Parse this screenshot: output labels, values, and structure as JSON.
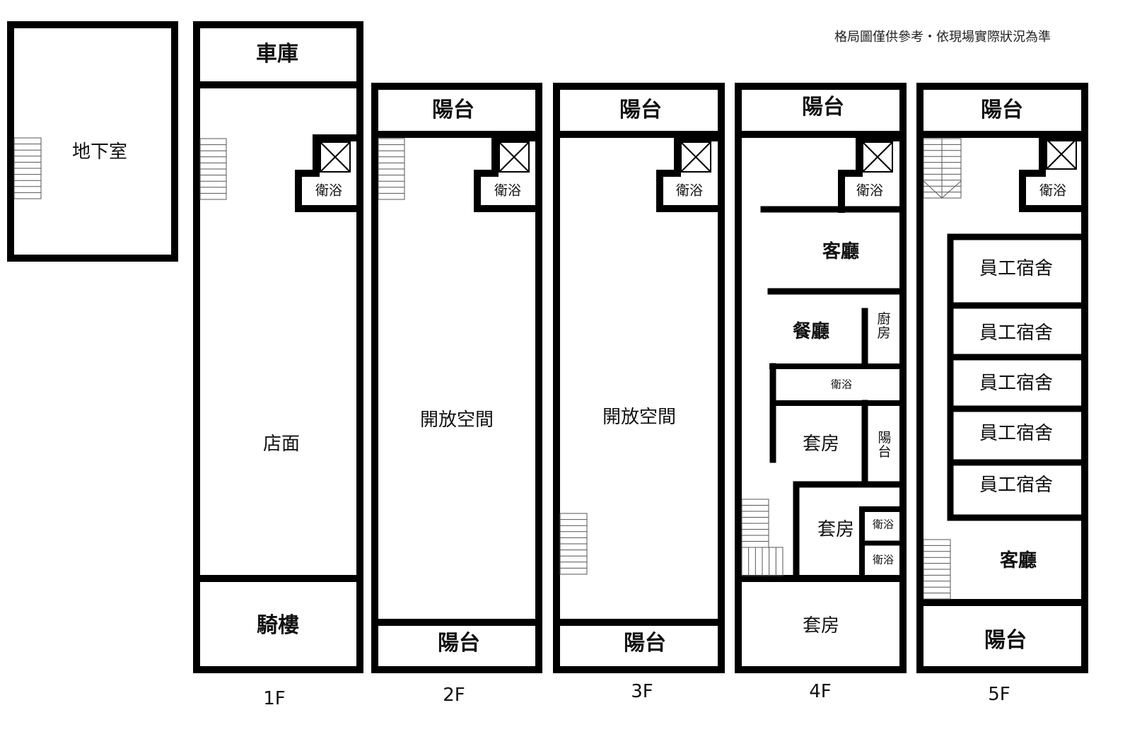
{
  "note": "格局圖僅供參考・依現場實際狀況為準",
  "floors": {
    "b": {
      "room": "地下室"
    },
    "f1": {
      "label": "1F",
      "garage": "車庫",
      "shop": "店面",
      "bath": "衛浴",
      "arcade": "騎樓"
    },
    "f2": {
      "label": "2F",
      "balcony_top": "陽台",
      "bath": "衛浴",
      "open": "開放空間",
      "balcony_bottom": "陽台"
    },
    "f3": {
      "label": "3F",
      "balcony_top": "陽台",
      "bath": "衛浴",
      "open": "開放空間",
      "balcony_bottom": "陽台"
    },
    "f4": {
      "label": "4F",
      "balcony_top": "陽台",
      "bath": "衛浴",
      "living": "客廳",
      "dining": "餐廳",
      "kitchen": "廚房",
      "bath2": "衛浴",
      "suite1": "套房",
      "balcony_side": "陽台",
      "suite2": "套房",
      "bath3": "衛浴",
      "bath4": "衛浴",
      "suite3": "套房"
    },
    "f5": {
      "label": "5F",
      "balcony_top": "陽台",
      "bath": "衛浴",
      "dorms": [
        "員工宿舍",
        "員工宿舍",
        "員工宿舍",
        "員工宿舍",
        "員工宿舍"
      ],
      "living": "客廳",
      "balcony_bottom": "陽台"
    }
  }
}
